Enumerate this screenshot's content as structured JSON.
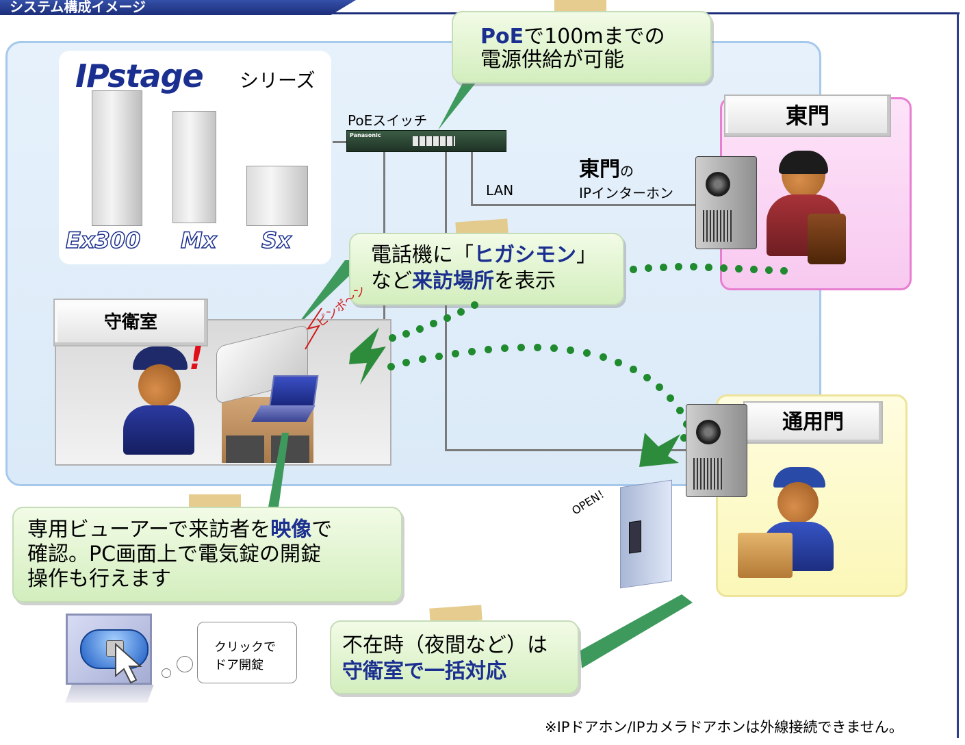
{
  "header": {
    "title": "システム構成イメージ"
  },
  "pbx": {
    "brand": "IPstage",
    "series": "シリーズ",
    "models": [
      "Ex300",
      "Mx",
      "Sx"
    ]
  },
  "switch": {
    "label": "PoEスイッチ",
    "maker": "Panasonic"
  },
  "poe_callout": {
    "line1_hi": "PoE",
    "line1_rest": "で100mまでの",
    "line2": "電源供給が可能"
  },
  "east_gate": {
    "title": "東門",
    "intercom_hi": "東門",
    "intercom_suffix": "の",
    "intercom_line2": "IPインターホン",
    "lan": "LAN"
  },
  "display_callout": {
    "l1_a": "電話機に「",
    "l1_hi": "ヒガシモン",
    "l1_b": "」",
    "l2_a": "など",
    "l2_hi": "来訪場所",
    "l2_b": "を表示"
  },
  "guard_room": {
    "title": "守衛室",
    "chime": "ピンポ〜ン"
  },
  "service_gate": {
    "title": "通用門",
    "open": "OPEN！"
  },
  "viewer_callout": {
    "l1_a": "専用ビューアーで来訪者を",
    "l1_hi": "映像",
    "l1_b": "で",
    "l2": "確認。PC画面上で電気錠の開錠",
    "l3": "操作も行えます"
  },
  "click_bubble": {
    "line1": "クリックで",
    "line2": "ドア開錠"
  },
  "night_callout": {
    "line1": "不在時（夜間など）は",
    "line2_hi": "守衛室で一括対応"
  },
  "footnote": "※IPドアホン/IPカメラドアホンは外線接続できません。",
  "colors": {
    "accent": "#1a2f8f",
    "panel": "#e0eefa",
    "callout": "#dcf2c8",
    "east": "#fbd6f5",
    "service": "#fdfbc6",
    "dots": "#1f8a2e"
  }
}
